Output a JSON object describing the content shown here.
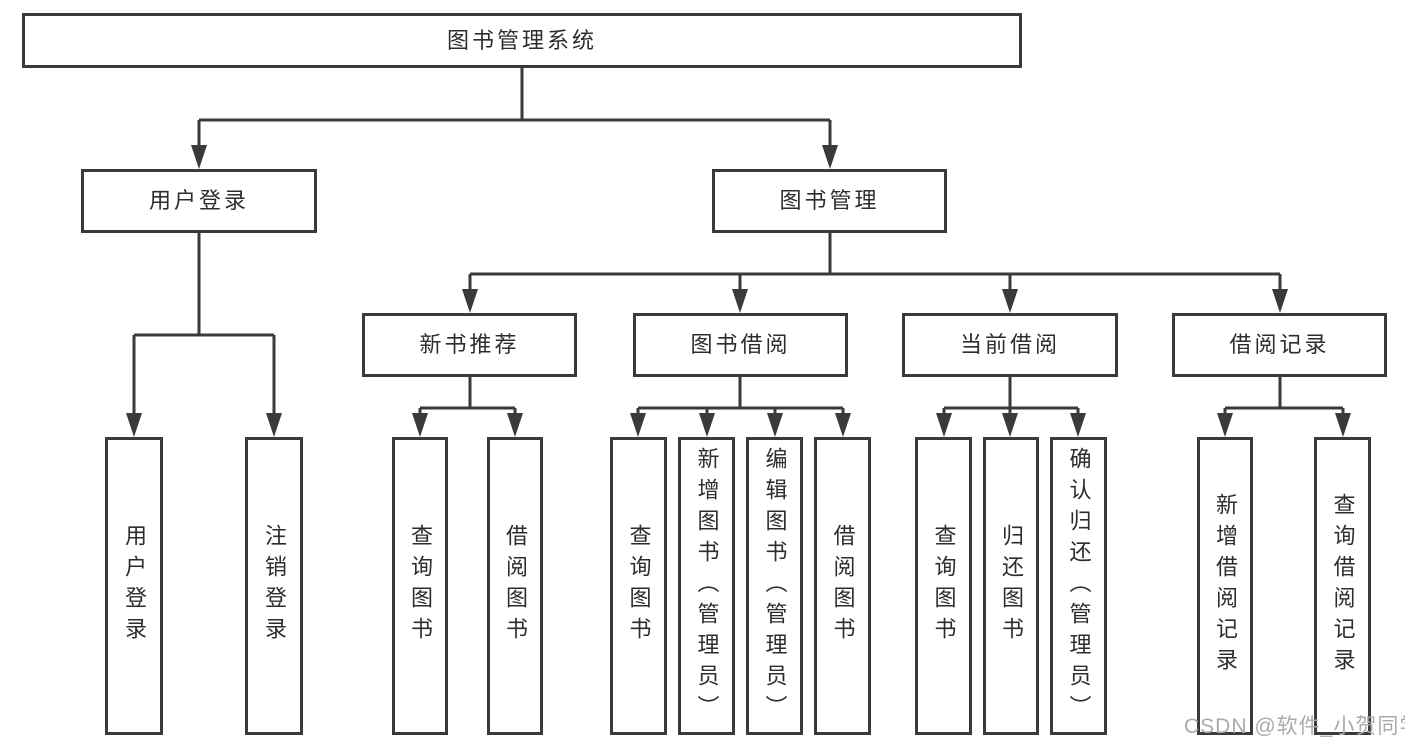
{
  "tree": {
    "label": "图书管理系统",
    "children": [
      {
        "label": "用户登录",
        "children": [
          {
            "label": "用户登录"
          },
          {
            "label": "注销登录"
          }
        ]
      },
      {
        "label": "图书管理",
        "children": [
          {
            "label": "新书推荐",
            "children": [
              {
                "label": "查询图书"
              },
              {
                "label": "借阅图书"
              }
            ]
          },
          {
            "label": "图书借阅",
            "children": [
              {
                "label": "查询图书"
              },
              {
                "label": "新增图书（管理员）"
              },
              {
                "label": "编辑图书（管理员）"
              },
              {
                "label": "借阅图书"
              }
            ]
          },
          {
            "label": "当前借阅",
            "children": [
              {
                "label": "查询图书"
              },
              {
                "label": "归还图书"
              },
              {
                "label": "确认归还（管理员）"
              }
            ]
          },
          {
            "label": "借阅记录",
            "children": [
              {
                "label": "新增借阅记录"
              },
              {
                "label": "查询借阅记录"
              }
            ]
          }
        ]
      }
    ]
  },
  "watermark": {
    "text": "CSDN @软件_小贺同学"
  },
  "colors": {
    "line": "#3a3a3a",
    "text": "#2d2d2d",
    "watermark": "#ababab",
    "background": "#ffffff"
  }
}
